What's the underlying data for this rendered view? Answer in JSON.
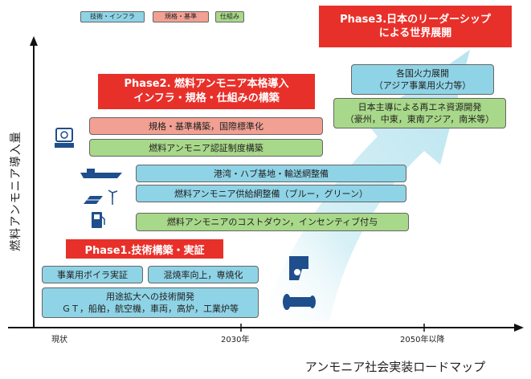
{
  "legend": {
    "tech": "技術・インフラ",
    "standards": "規格・基準",
    "framework": "仕組み"
  },
  "phases": {
    "phase1": "Phase1.技術構築・実証",
    "phase2_line1": "Phase2. 燃料アンモニア本格導入",
    "phase2_line2": "インフラ・規格・仕組みの構築",
    "phase3_line1": "Phase3.日本のリーダーシップ",
    "phase3_line2": "による世界展開"
  },
  "boxes": {
    "overseas_line1": "各国火力展開",
    "overseas_line2": "（アジア事業用火力等）",
    "renewable_line1": "日本主導による再エネ資源開発",
    "renewable_line2": "（豪州，中東，東南アジア，南米等）",
    "standards": "規格・基準構築，国際標準化",
    "certification": "燃料アンモニア認証制度構築",
    "port": "港湾・ハブ基地・輸送網整備",
    "supply": "燃料アンモニア供給網整備（ブルー，グリーン）",
    "cost": "燃料アンモニアのコストダウン，インセンティブ付与",
    "boiler": "事業用ボイラ実証",
    "combustion": "混焼率向上，専焼化",
    "expansion_line1": "用途拡大への技術開発",
    "expansion_line2": "ＧＴ，船舶，航空機，車両，高炉，工業炉等"
  },
  "axes": {
    "y_label": "燃料アンモニア導入量",
    "x_ticks": [
      "現状",
      "2030年",
      "2050年以降"
    ]
  },
  "caption": "アンモニア社会実装ロードマップ",
  "colors": {
    "tech": "#8fd3e6",
    "standards": "#f2a093",
    "framework": "#a8d889",
    "phase": "#e8302a",
    "arrow": "#c9ecf3"
  },
  "icons": [
    "computer-icon",
    "ship-icon",
    "solar-wind-icon",
    "fuel-pump-icon",
    "factory-icon",
    "jet-engine-icon"
  ]
}
